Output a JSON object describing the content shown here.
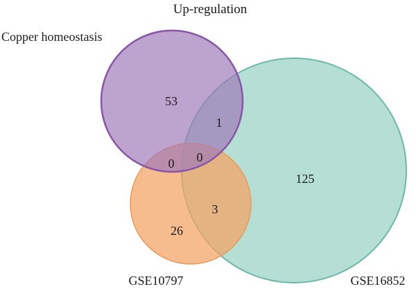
{
  "title": "Up-regulation",
  "sets": [
    {
      "id": "copper",
      "label": "Copper homeostasis",
      "color": "#9e79b8"
    },
    {
      "id": "gse16852",
      "label": "GSE16852",
      "color": "#8dcdbd"
    },
    {
      "id": "gse10797",
      "label": "GSE10797",
      "color": "#f3a567"
    }
  ],
  "regions": {
    "copper_only": "53",
    "gse16852_only": "125",
    "gse10797_only": "26",
    "copper_gse16852": "1",
    "copper_gse10797": "0",
    "gse16852_gse10797": "3",
    "all_three": "0"
  }
}
